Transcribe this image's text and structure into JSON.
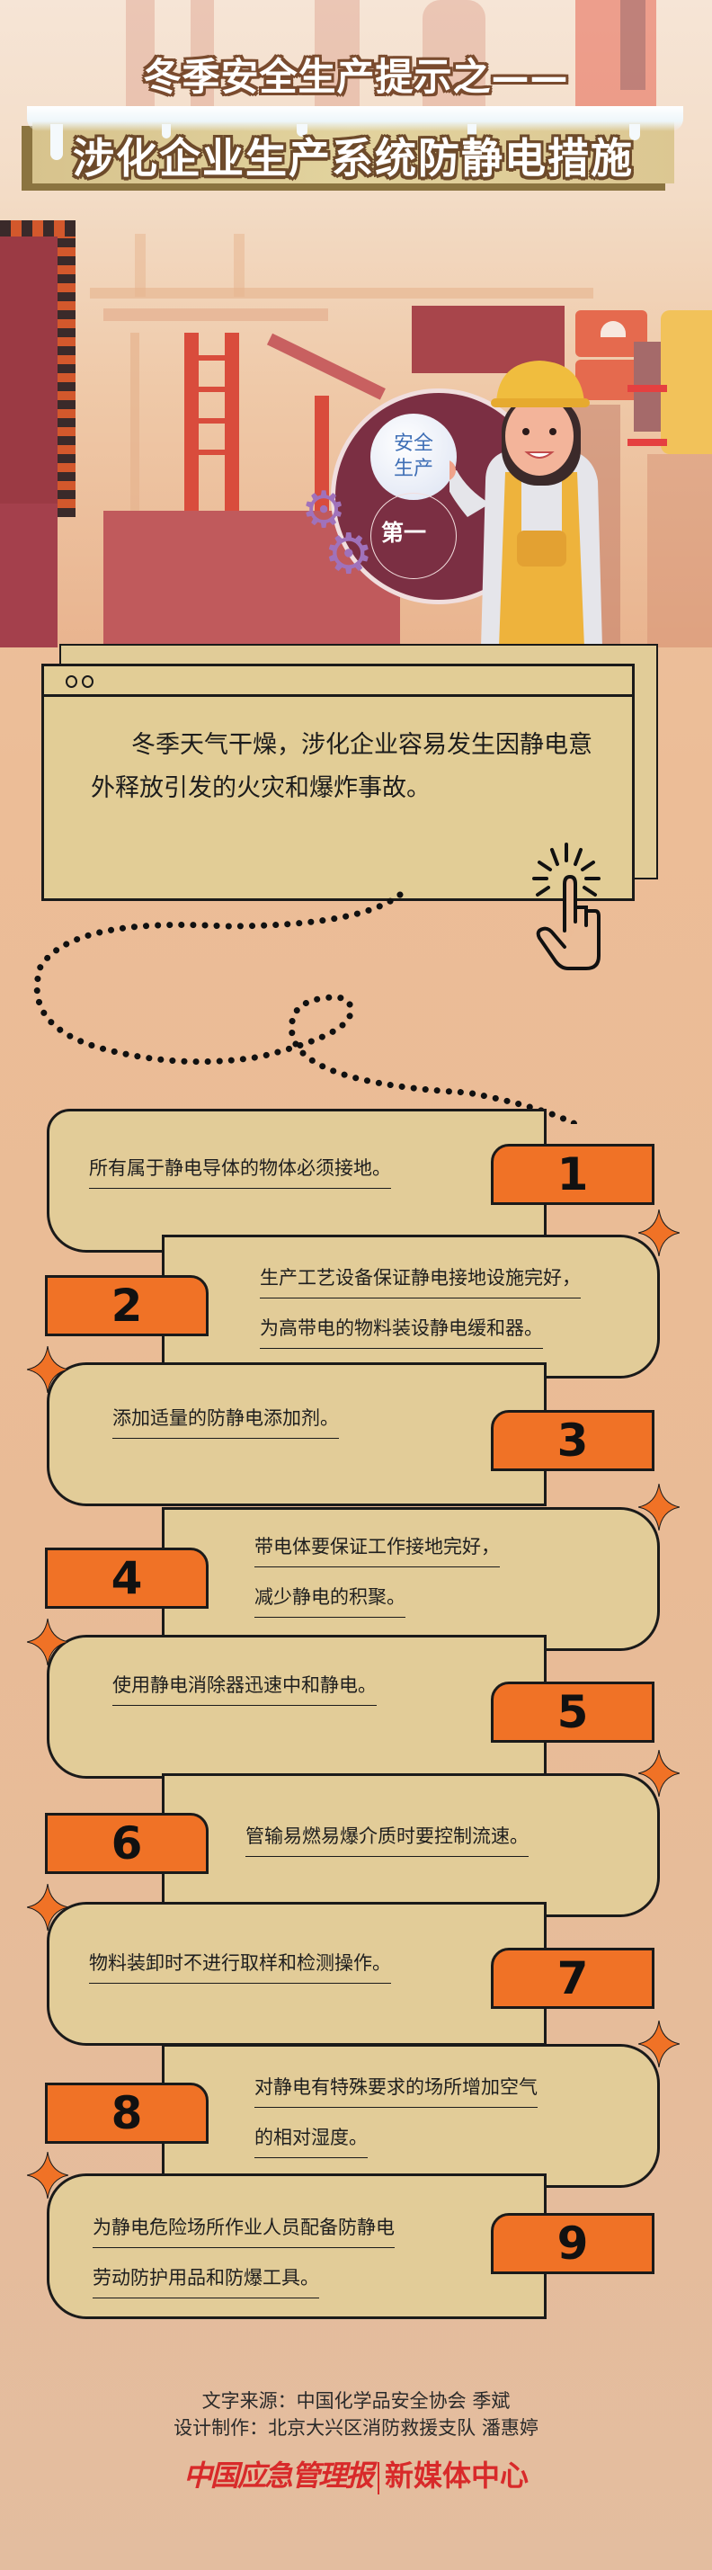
{
  "header": {
    "title_line1": "冬季安全生产提示之——",
    "title_line2": "涉化企业生产系统防静电措施"
  },
  "badge": {
    "circle_text_line1": "安全",
    "circle_text_line2": "生产",
    "ring_text": "第一"
  },
  "intro": {
    "text": "冬季天气干燥，涉化企业容易发生因静电意外释放引发的火灾和爆炸事故。"
  },
  "steps": [
    {
      "number": "1",
      "lines": [
        "所有属于静电导体的物体必须接地。"
      ]
    },
    {
      "number": "2",
      "lines": [
        "生产工艺设备保证静电接地设施完好，",
        "为高带电的物料装设静电缓和器。"
      ]
    },
    {
      "number": "3",
      "lines": [
        "添加适量的防静电添加剂。"
      ]
    },
    {
      "number": "4",
      "lines": [
        "带电体要保证工作接地完好，",
        "减少静电的积聚。"
      ]
    },
    {
      "number": "5",
      "lines": [
        "使用静电消除器迅速中和静电。"
      ]
    },
    {
      "number": "6",
      "lines": [
        "管输易燃易爆介质时要控制流速。"
      ]
    },
    {
      "number": "7",
      "lines": [
        "物料装卸时不进行取样和检测操作。"
      ]
    },
    {
      "number": "8",
      "lines": [
        "对静电有特殊要求的场所增加空气",
        "的相对湿度。"
      ]
    },
    {
      "number": "9",
      "lines": [
        "为静电危险场所作业人员配备防静电",
        "劳动防护用品和防爆工具。"
      ]
    }
  ],
  "footer": {
    "source": "文字来源：中国化学品安全协会 季斌",
    "design": "设计制作：北京大兴区消防救援支队 潘惠婷",
    "brand_name": "中国应急管理报",
    "brand_unit": "新媒体中心"
  },
  "colors": {
    "accent_orange": "#f07226",
    "card_tan": "#e2cc98",
    "background_peach": "#ecbd97",
    "outline": "#1a1a1a",
    "brand_red": "#d82a2a"
  },
  "icons": {
    "window_dots": "window-control-dots",
    "click": "hand-pointer-click-icon",
    "sparkle": "four-point-star-icon",
    "gear": "gear-icon"
  }
}
